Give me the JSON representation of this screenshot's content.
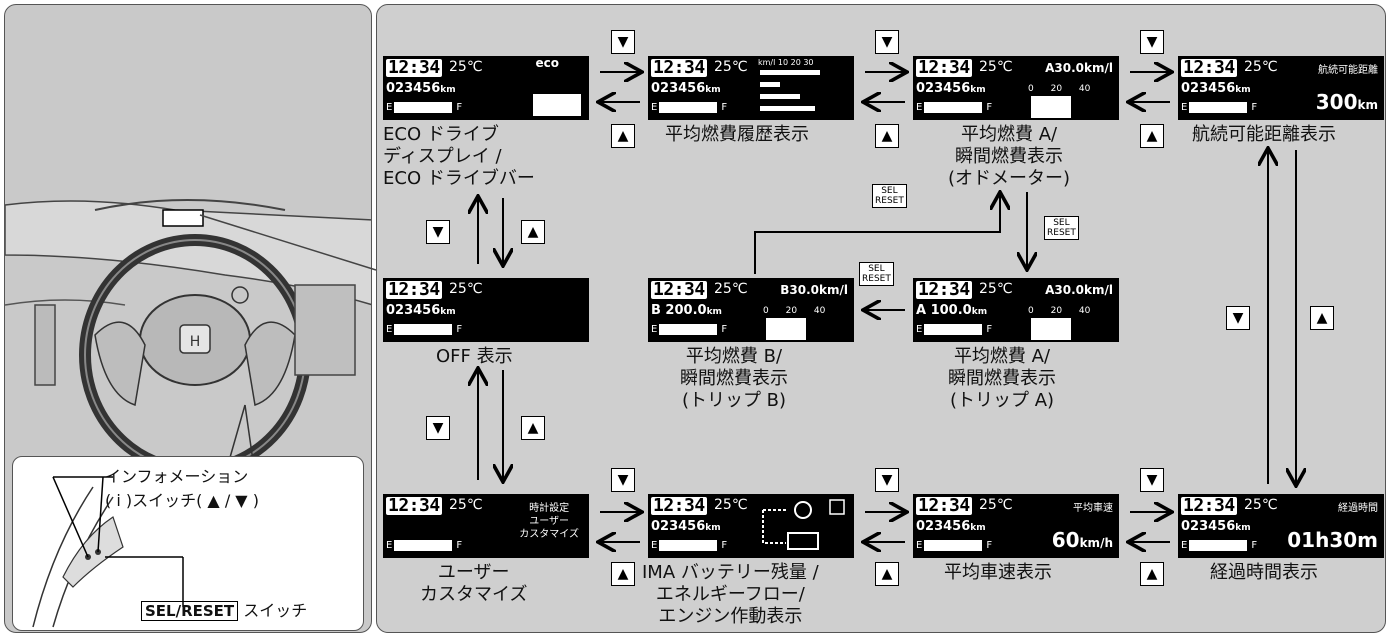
{
  "screens": {
    "eco": {
      "time": "12:34",
      "temp": "25℃",
      "odo": "023456",
      "odo_unit": "km",
      "fuel_e": "E",
      "fuel_f": "F",
      "eco": "eco"
    },
    "hist": {
      "time": "12:34",
      "temp": "25℃",
      "odo": "023456",
      "odo_unit": "km",
      "fuel_e": "E",
      "fuel_f": "F",
      "scale": "km/l 10 20 30"
    },
    "avgA": {
      "time": "12:34",
      "temp": "25℃",
      "odo": "023456",
      "odo_unit": "km",
      "fuel_e": "E",
      "fuel_f": "F",
      "value": "A30.0km/l",
      "scale": "0 20 40"
    },
    "range": {
      "time": "12:34",
      "temp": "25℃",
      "odo": "023456",
      "odo_unit": "km",
      "fuel_e": "E",
      "fuel_f": "F",
      "label": "航続可能距離",
      "value": "300",
      "unit": "km"
    },
    "off": {
      "time": "12:34",
      "temp": "25℃",
      "odo": "023456",
      "odo_unit": "km",
      "fuel_e": "E",
      "fuel_f": "F"
    },
    "tripB": {
      "time": "12:34",
      "temp": "25℃",
      "trip": "B 200.0",
      "trip_unit": "km",
      "fuel_e": "E",
      "fuel_f": "F",
      "value": "B30.0km/l",
      "scale": "0 20 40"
    },
    "tripA": {
      "time": "12:34",
      "temp": "25℃",
      "trip": "A 100.0",
      "trip_unit": "km",
      "fuel_e": "E",
      "fuel_f": "F",
      "value": "A30.0km/l",
      "scale": "0 20 40"
    },
    "custom": {
      "time": "12:34",
      "temp": "25℃",
      "fuel_e": "E",
      "fuel_f": "F",
      "l1": "時計設定",
      "l2": "ユーザー",
      "l3": "カスタマイズ"
    },
    "ima": {
      "time": "12:34",
      "temp": "25℃",
      "odo": "023456",
      "odo_unit": "km",
      "fuel_e": "E",
      "fuel_f": "F"
    },
    "speed": {
      "time": "12:34",
      "temp": "25℃",
      "odo": "023456",
      "odo_unit": "km",
      "fuel_e": "E",
      "fuel_f": "F",
      "label": "平均車速",
      "value": "60",
      "unit": "km/h"
    },
    "elapsed": {
      "time": "12:34",
      "temp": "25℃",
      "odo": "023456",
      "odo_unit": "km",
      "fuel_e": "E",
      "fuel_f": "F",
      "label": "経過時間",
      "value": "01h30m"
    }
  },
  "labels": {
    "eco": [
      "ECO ドライブ",
      "ディスプレイ /",
      "ECO ドライブバー"
    ],
    "hist": [
      "平均燃費履歴表示"
    ],
    "avgA": [
      "平均燃費 A/",
      "瞬間燃費表示",
      "(オドメーター)"
    ],
    "range": [
      "航続可能距離表示"
    ],
    "off": [
      "OFF 表示"
    ],
    "tripB": [
      "平均燃費 B/",
      "瞬間燃費表示",
      "(トリップ B)"
    ],
    "tripA": [
      "平均燃費 A/",
      "瞬間燃費表示",
      "(トリップ A)"
    ],
    "custom": [
      "ユーザー",
      "カスタマイズ"
    ],
    "ima": [
      "IMA バッテリー残量 /",
      "エネルギーフロー/",
      "エンジン作動表示"
    ],
    "speed": [
      "平均車速表示"
    ],
    "elapsed": [
      "経過時間表示"
    ]
  },
  "buttons": {
    "down": "▼",
    "up": "▲",
    "sel_reset": "SEL\nRESET"
  },
  "inset": {
    "info_switch_line1": "インフォメーション",
    "info_switch_line2": "( i )スイッチ( ▲ / ▼ )",
    "sel_reset_key": "SEL/RESET",
    "sel_reset_switch": "スイッチ"
  }
}
